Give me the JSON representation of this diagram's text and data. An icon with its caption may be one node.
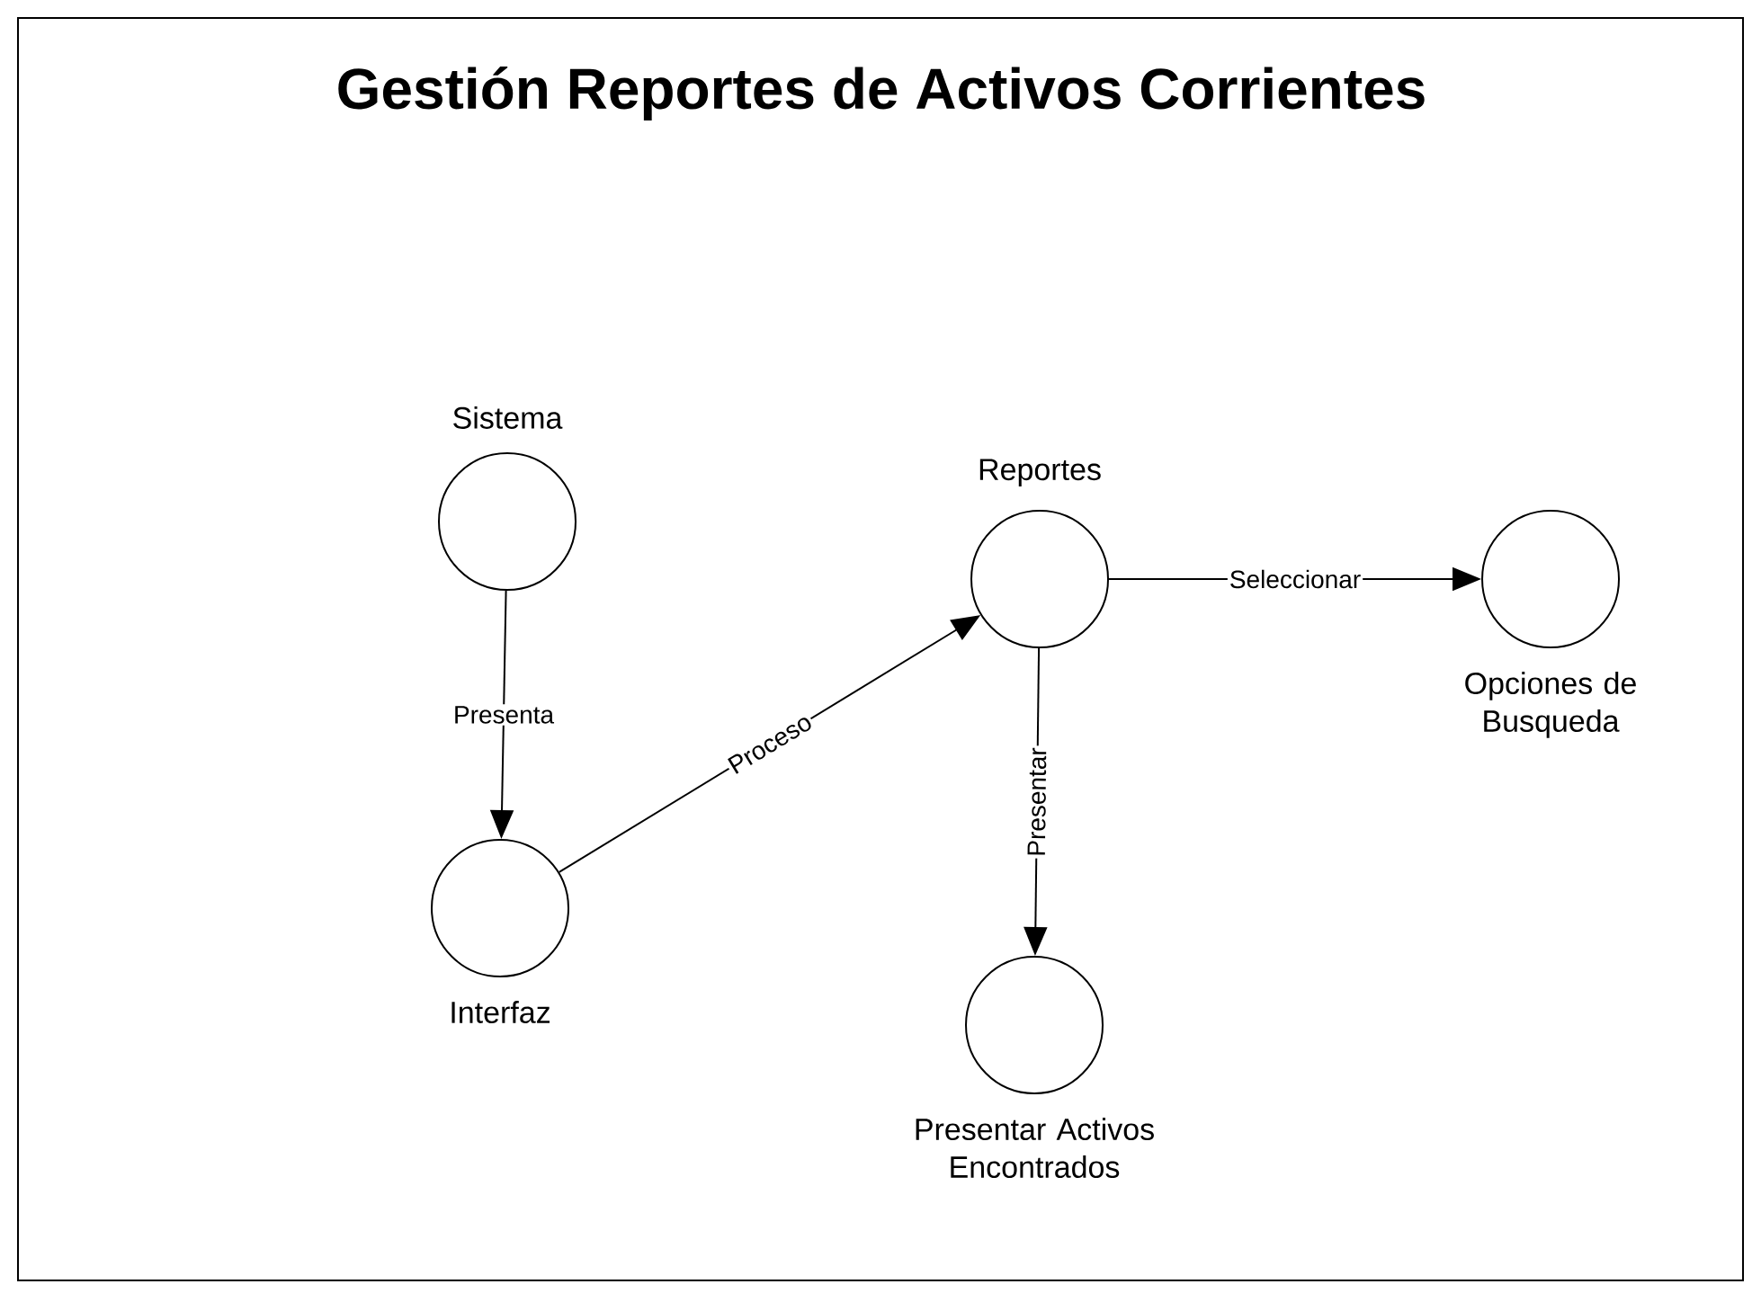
{
  "diagram": {
    "title": "Gestión Reportes de Activos Corrientes",
    "nodes": [
      {
        "text": [
          "Sistema"
        ]
      },
      {
        "text": [
          "Interfaz"
        ]
      },
      {
        "text": [
          "Reportes"
        ]
      },
      {
        "text": [
          "Opciones de Busqueda"
        ]
      },
      {
        "text": [
          "Presentar Activos Encontrados"
        ]
      }
    ],
    "edges": [
      {
        "from": 0,
        "to": 1,
        "arrow": "to",
        "label": "Presenta"
      },
      {
        "from": 1,
        "to": 2,
        "arrow": "to",
        "label": "Proceso"
      },
      {
        "from": 2,
        "to": 3,
        "arrow": "to",
        "label": "Seleccionar"
      },
      {
        "from": 2,
        "to": 4,
        "arrow": "to",
        "label": "Presentar"
      }
    ]
  }
}
